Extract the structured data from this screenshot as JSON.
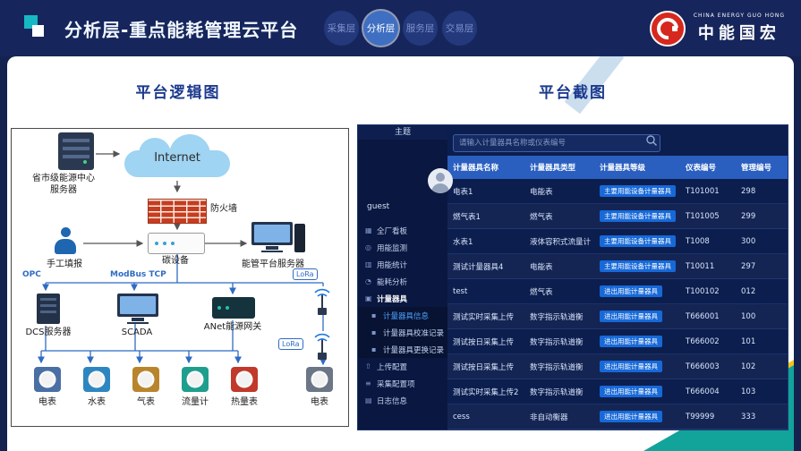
{
  "colors": {
    "accent-teal": "#12a39a",
    "accent-yellow": "#f3c41d",
    "brand-red": "#d6281e",
    "tab-active": "#3f6fc2",
    "badge-blue": "#1769d8"
  },
  "header": {
    "title": "分析层-重点能耗管理云平台",
    "company_en": "CHINA ENERGY GUO HONG",
    "company_zh": "中能国宏",
    "tabs": [
      {
        "label": "采集层",
        "active": false
      },
      {
        "label": "分析层",
        "active": true
      },
      {
        "label": "服务层",
        "active": false
      },
      {
        "label": "交易层",
        "active": false
      }
    ]
  },
  "left": {
    "title": "平台逻辑图",
    "nodes": {
      "center_server": "省市级能源中心服务器",
      "internet": "Internet",
      "firewall": "防火墙",
      "manual_entry": "手工填报",
      "edge_device": "碳设备",
      "platform_server": "能管平台服务器",
      "opc": "OPC",
      "modbus": "ModBus TCP",
      "lora_top": "LoRa",
      "lora_bottom": "LoRa",
      "dcs": "DCS服务器",
      "scada": "SCADA",
      "gateway": "ANet能源网关"
    },
    "meters": [
      {
        "label": "电表",
        "color": "#4a6fa5"
      },
      {
        "label": "水表",
        "color": "#2e86c1"
      },
      {
        "label": "气表",
        "color": "#b9852c"
      },
      {
        "label": "流量计",
        "color": "#1f9e8e"
      },
      {
        "label": "热量表",
        "color": "#c0392b"
      },
      {
        "label": "电表",
        "color": "#6b7686"
      }
    ]
  },
  "right": {
    "title": "平台截图",
    "screenshot": {
      "theme_label": "主题",
      "user": "guest",
      "search_placeholder": "请输入计量器具名称或仪表编号",
      "menu": [
        {
          "label": "全厂看板",
          "icon": "▦",
          "icon_name": "dashboard"
        },
        {
          "label": "用能监测",
          "icon": "◎",
          "icon_name": "monitoring"
        },
        {
          "label": "用能统计",
          "icon": "▥",
          "icon_name": "statistics"
        },
        {
          "label": "能耗分析",
          "icon": "◔",
          "icon_name": "analysis"
        },
        {
          "label": "计量器具",
          "icon": "▣",
          "icon_name": "meters",
          "active": true
        },
        {
          "label": "计量器具信息",
          "icon": "▪",
          "icon_name": "meter-info",
          "sub": true,
          "active": true
        },
        {
          "label": "计量器具校准记录",
          "icon": "▪",
          "icon_name": "meter-calibration",
          "sub": true
        },
        {
          "label": "计量器具更换记录",
          "icon": "▪",
          "icon_name": "meter-replacement",
          "sub": true
        },
        {
          "label": "上传配置",
          "icon": "⇧",
          "icon_name": "upload-config"
        },
        {
          "label": "采集配置项",
          "icon": "≡",
          "icon_name": "collection-config"
        },
        {
          "label": "日志信息",
          "icon": "▤",
          "icon_name": "logs"
        }
      ],
      "table": {
        "headers": [
          "计量器具名称",
          "计量器具类型",
          "计量器具等级",
          "仪表编号",
          "管理编号"
        ],
        "rows": [
          {
            "name": "电表1",
            "type": "电能表",
            "grade": "主要用能设备计量器具",
            "meter_no": "T101001",
            "mgmt_no": "298"
          },
          {
            "name": "燃气表1",
            "type": "燃气表",
            "grade": "主要用能设备计量器具",
            "meter_no": "T101005",
            "mgmt_no": "299"
          },
          {
            "name": "水表1",
            "type": "液体容积式流量计",
            "grade": "主要用能设备计量器具",
            "meter_no": "T1008",
            "mgmt_no": "300"
          },
          {
            "name": "测试计量器具4",
            "type": "电能表",
            "grade": "主要用能设备计量器具",
            "meter_no": "T10011",
            "mgmt_no": "297"
          },
          {
            "name": "test",
            "type": "燃气表",
            "grade": "进出用能计量器具",
            "meter_no": "T100102",
            "mgmt_no": "012"
          },
          {
            "name": "测试实时采集上传",
            "type": "数字指示轨道衡",
            "grade": "进出用能计量器具",
            "meter_no": "T666001",
            "mgmt_no": "100"
          },
          {
            "name": "测试按日采集上传",
            "type": "数字指示轨道衡",
            "grade": "进出用能计量器具",
            "meter_no": "T666002",
            "mgmt_no": "101"
          },
          {
            "name": "测试按日采集上传",
            "type": "数字指示轨道衡",
            "grade": "进出用能计量器具",
            "meter_no": "T666003",
            "mgmt_no": "102"
          },
          {
            "name": "测试实时采集上传2",
            "type": "数字指示轨道衡",
            "grade": "进出用能计量器具",
            "meter_no": "T666004",
            "mgmt_no": "103"
          },
          {
            "name": "cess",
            "type": "非自动衡器",
            "grade": "进出用能计量器具",
            "meter_no": "T99999",
            "mgmt_no": "333"
          }
        ]
      }
    }
  }
}
